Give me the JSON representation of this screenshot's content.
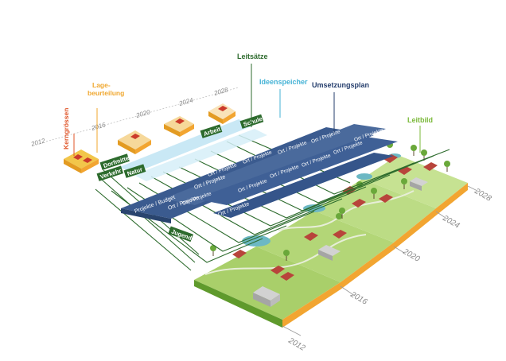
{
  "colors": {
    "kerngroessen": "#e0562a",
    "lagebeurteilung": "#f0a72e",
    "leitsaetze": "#2e6b2e",
    "ideenspeicher": "#46b3d6",
    "umsetzungsplan": "#233c6b",
    "leitbild": "#7bb93a",
    "grass_top": "#a9cf6a",
    "grass_side": "#5f9a2c",
    "earth": "#f2a531",
    "theme_green": "#2d6b2d",
    "project_blue": "#3b5b8f",
    "idea_blue": "#bfe4f3"
  },
  "headings": {
    "kerngroessen": "Kerngrössen",
    "lagebeurteilung": "Lage-\nbeurteilung",
    "leitsaetze": "Leitsätze",
    "ideenspeicher": "Ideenspeicher",
    "umsetzungsplan": "Umsetzungsplan",
    "leitbild": "Leitbild"
  },
  "back_years": [
    "2012",
    "2016",
    "2020",
    "2024",
    "2028"
  ],
  "front_years": [
    "2012",
    "2016",
    "2020",
    "2024",
    "2028"
  ],
  "themes": [
    "Dorfmitte",
    "Verkehr",
    "Natur",
    "Arbeit",
    "Schule",
    "Jugend"
  ],
  "project_labels": {
    "a": "Projekte / Budget",
    "b": "Ort / Projekte",
    "c": "Ort / Projekte",
    "d": "Ort / Projekte"
  }
}
